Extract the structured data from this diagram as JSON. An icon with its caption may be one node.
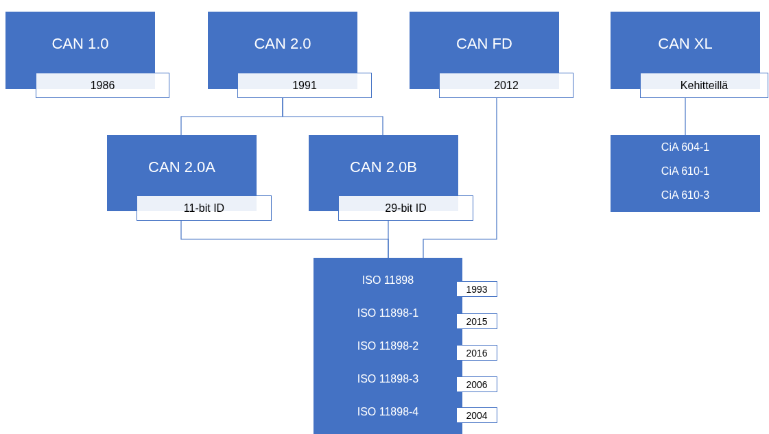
{
  "diagram": {
    "nodes": [
      {
        "text": [
          "CAN 1.0"
        ]
      },
      {
        "text": [
          "1986"
        ]
      },
      {
        "text": [
          "CAN 2.0"
        ]
      },
      {
        "text": [
          "1991"
        ]
      },
      {
        "text": [
          "CAN FD"
        ]
      },
      {
        "text": [
          "2012"
        ]
      },
      {
        "text": [
          "CAN XL"
        ]
      },
      {
        "text": [
          "Kehitteillä"
        ]
      },
      {
        "text": [
          "CAN 2.0A"
        ]
      },
      {
        "text": [
          "11-bit ID"
        ]
      },
      {
        "text": [
          "CAN 2.0B"
        ]
      },
      {
        "text": [
          "29-bit ID"
        ]
      },
      {
        "text": [
          "CiA 604-1",
          "CiA 610-1",
          "CiA 610-3"
        ]
      },
      {
        "text": [
          "ISO 11898",
          "ISO 11898-1",
          "ISO 11898-2",
          "ISO 11898-3",
          "ISO 11898-4"
        ]
      },
      {
        "text": [
          "1993"
        ]
      },
      {
        "text": [
          "2015"
        ]
      },
      {
        "text": [
          "2016"
        ]
      },
      {
        "text": [
          "2006"
        ]
      },
      {
        "text": [
          "2004"
        ]
      }
    ],
    "edges": [
      {
        "from": 3,
        "to": 8,
        "arrow": "none"
      },
      {
        "from": 3,
        "to": 10,
        "arrow": "none"
      },
      {
        "from": 5,
        "to": 13,
        "arrow": "none"
      },
      {
        "from": 7,
        "to": 12,
        "arrow": "none"
      },
      {
        "from": 9,
        "to": 13,
        "arrow": "none"
      },
      {
        "from": 11,
        "to": 13,
        "arrow": "none"
      }
    ]
  }
}
